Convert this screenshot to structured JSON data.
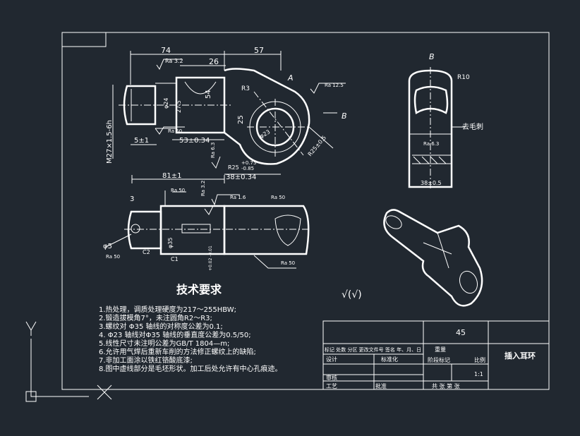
{
  "drawing": {
    "title": "技术要求",
    "requirements": [
      "1.热处理，调质处理硬度为217～255HBW;",
      "2.锻造拔模角7°，未注圆角R2～R3;",
      "3.螺纹对 Φ35 轴线的对称度公差为0.1;",
      "4. Φ23 轴线对Φ35 轴线的垂直度公差为0.5/50;",
      "5.线性尺寸未注明公差为GB/T 1804—m;",
      "6.允许用气焊后重新车削的方法修正螺纹上的缺陷;",
      "7.非加工面涂以铁红铬酸底漆;",
      "8.图中虚线部分是毛坯形状。加工后处允许有中心孔痕迹。"
    ],
    "roughness_note": "√(√)",
    "section_label_b": "B",
    "section_label_a": "A",
    "view_b_label": "B",
    "callout_burr": "去毛刺",
    "dims_front": {
      "d74": "74",
      "d57": "57",
      "d26": "26",
      "ra32": "Ra 3.2",
      "r3": "R3",
      "d54": "54",
      "d25": "25",
      "m27": "M27×1.5-6h",
      "d5": "5±1",
      "d53": "53±0.34",
      "d38": "38±0.34",
      "d81": "81±1",
      "r25": "R25",
      "tol1": "+0.75",
      "tol2": "-0.85",
      "ra125": "Ra 12.5",
      "ra50": "Ra 50",
      "ra63": "Ra 6.3",
      "phi24": "φ24",
      "d275": "27.5",
      "r23": "φ23",
      "d30": "R25±0.5"
    },
    "dims_plan": {
      "ra50a": "Ra 50",
      "ra32": "Ra 3.2",
      "ra16": "Ra 1.6",
      "ra50b": "Ra 50",
      "ra50c": "Ra 50",
      "ra50d": "Ra 50",
      "phi5": "φ5",
      "c2": "C2",
      "c1": "C1",
      "d3": "3",
      "phi35": "φ35",
      "tol": "+0.02 -0.01",
      "r10": "R10",
      "r63": "Ra 6.3",
      "d38": "38±0.5"
    },
    "title_block": {
      "material": "45",
      "part_name": "插入耳环",
      "row_mark": "标记 处数 分区 更改文件号 签名 年、月、日",
      "design": "设计",
      "standardize": "标准化",
      "stage_mark": "阶段标记",
      "weight": "重量",
      "scale_label": "比例",
      "scale_value": "1:1",
      "review": "审核",
      "process": "工艺",
      "approve": "批准",
      "sheets": "共    张 第    张"
    }
  },
  "ucs": {
    "y_label": "Y",
    "x_label": "X"
  }
}
